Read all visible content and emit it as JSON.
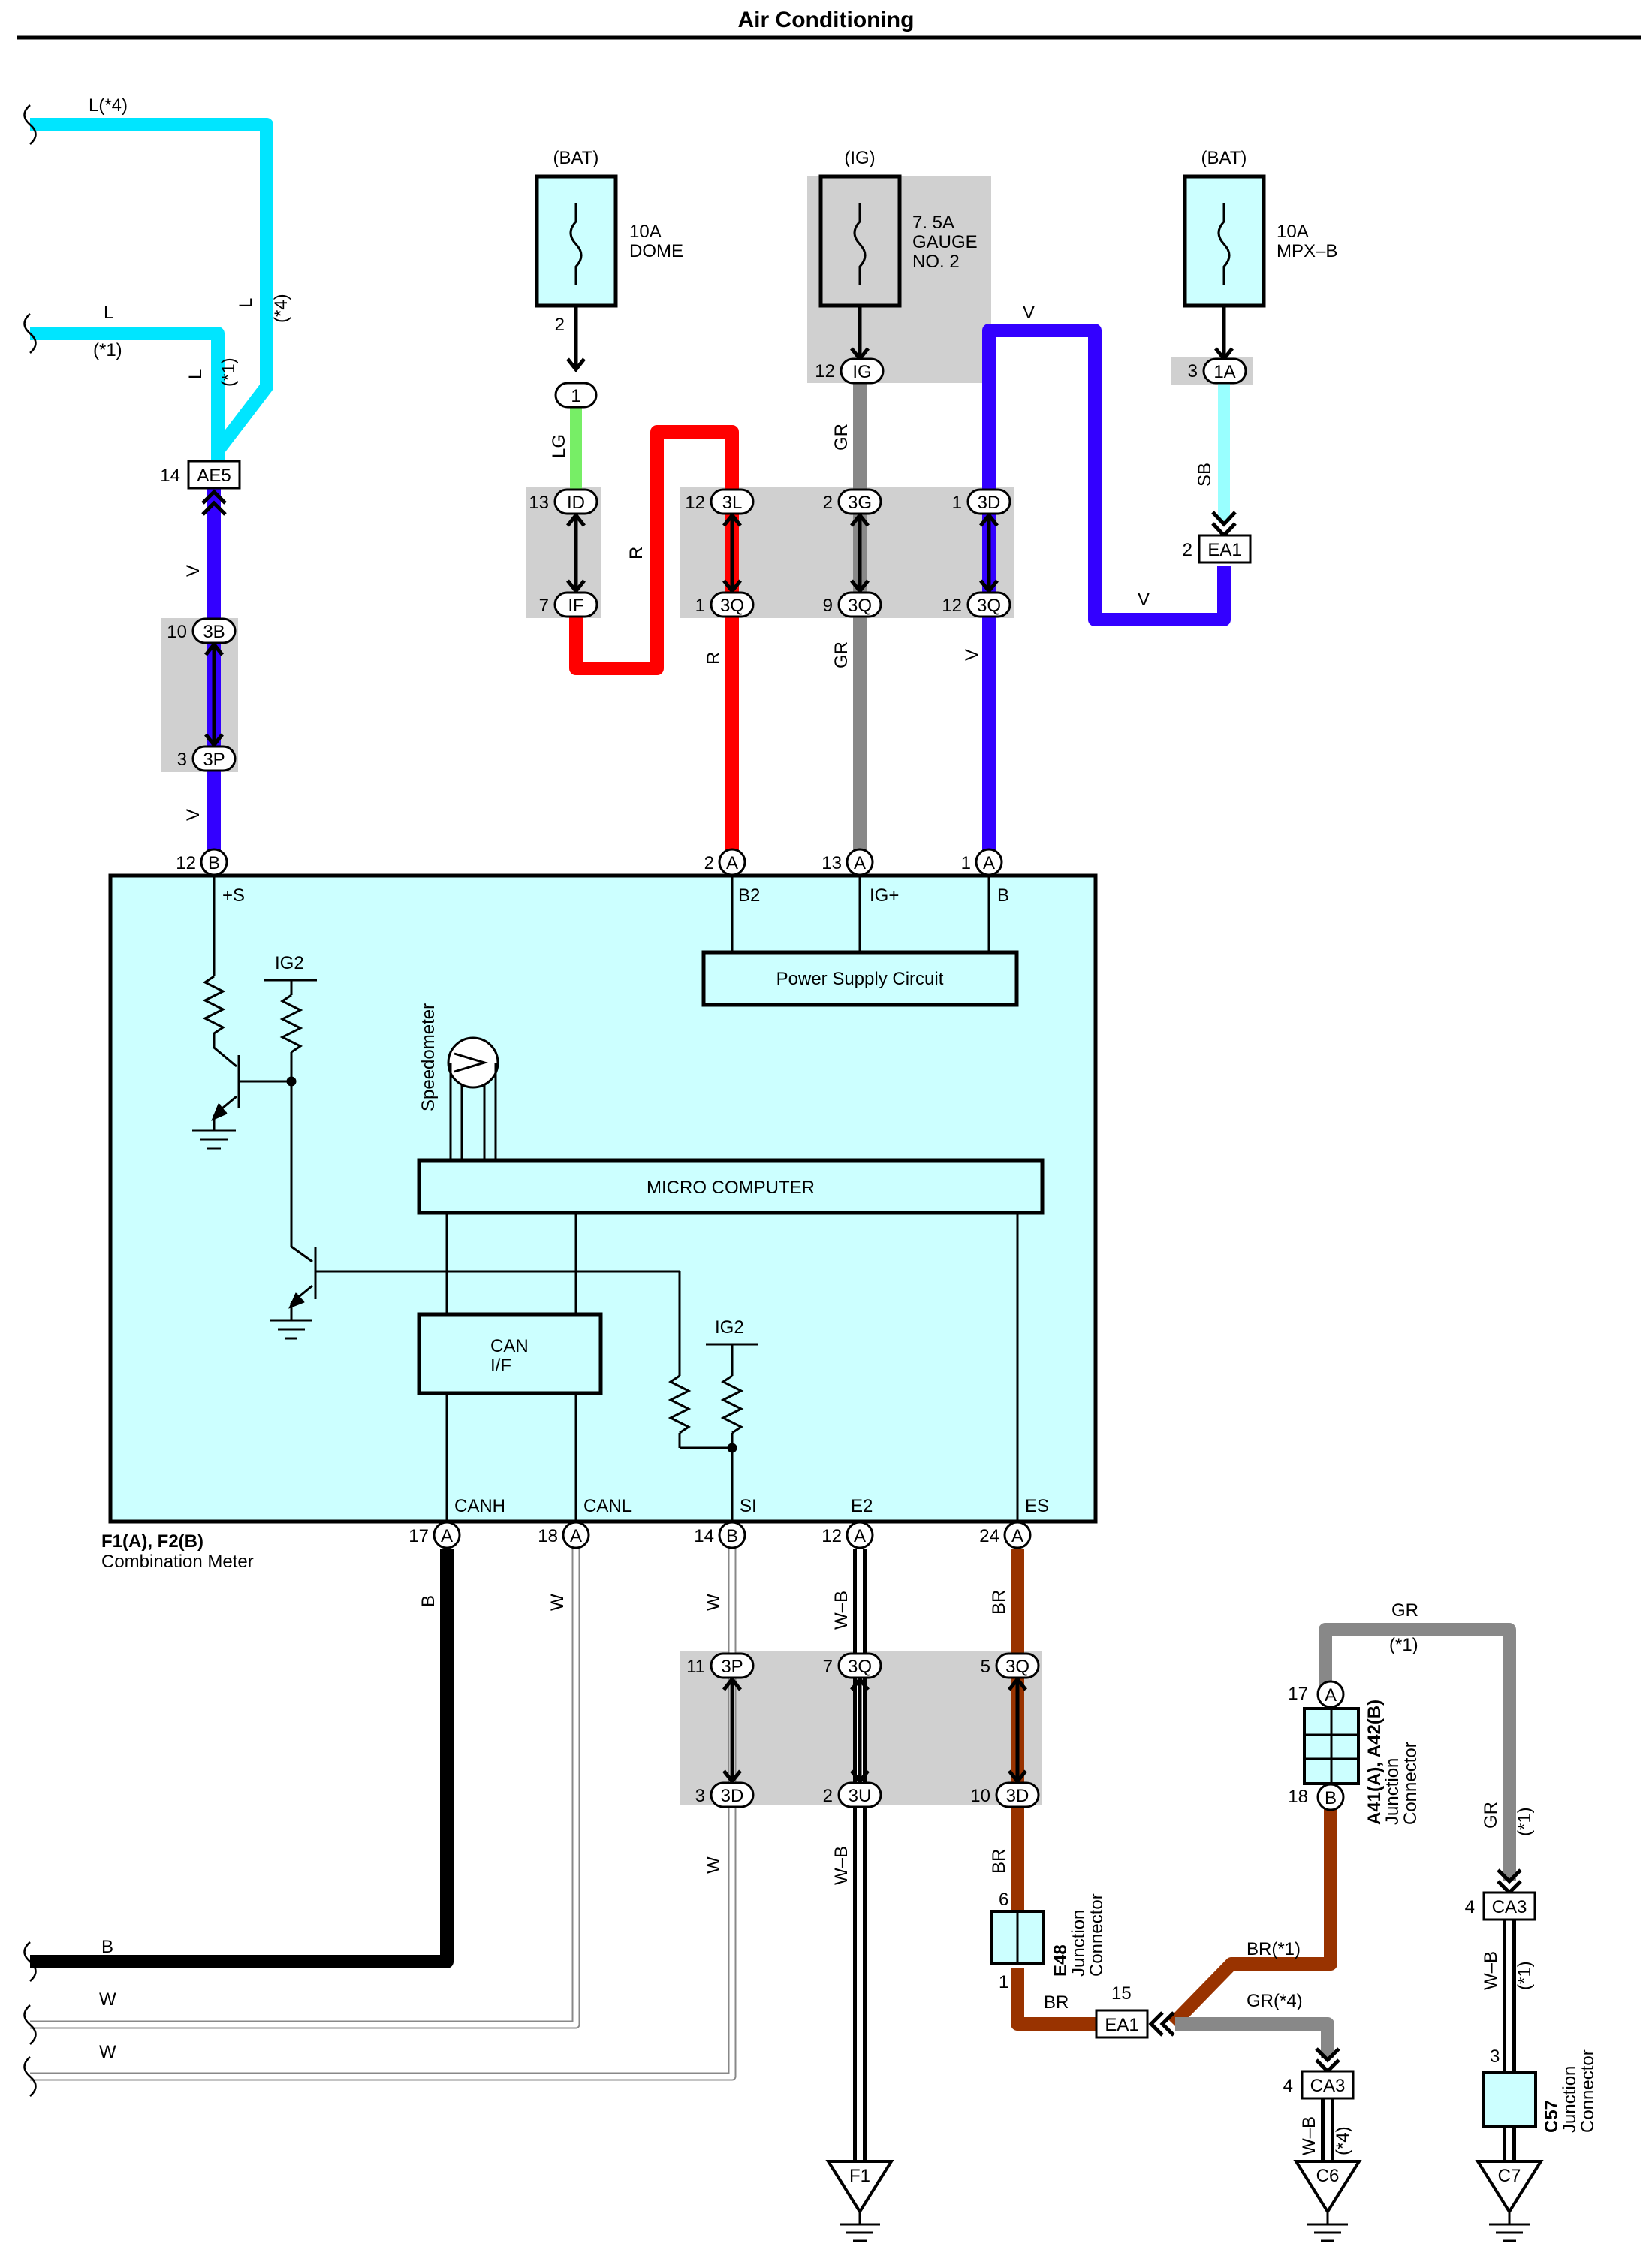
{
  "title": "Air Conditioning",
  "colors": {
    "L": "#00e5ff",
    "V": "#3300ff",
    "R": "#ff0000",
    "GR": "#888888",
    "LG": "#77ee66",
    "SB": "#99ffff",
    "B": "#000000",
    "W": "#ffffff",
    "BR": "#993300",
    "module_fill": "#ccffff",
    "junction_box": "#d0d0d0"
  },
  "sources": {
    "dome": {
      "supply": "(BAT)",
      "rating": "10A",
      "name": "DOME",
      "pin": "2",
      "connector": "1"
    },
    "gauge": {
      "supply": "(IG)",
      "rating": "7. 5A",
      "name_1": "GAUGE",
      "name_2": "NO. 2",
      "pin": "12",
      "connector": "IG"
    },
    "mpx": {
      "supply": "(BAT)",
      "rating": "10A",
      "name": "MPX–B",
      "pin": "3",
      "connector": "1A"
    }
  },
  "wire_labels": {
    "l4": "L(*4)",
    "l": "L",
    "star1": "(*1)",
    "star4": "(*4)",
    "v": "V",
    "lg": "LG",
    "r": "R",
    "gr": "GR",
    "sb": "SB",
    "b": "B",
    "w": "W",
    "wb": "W–B",
    "br": "BR",
    "br1": "BR(*1)",
    "gr4": "GR(*4)"
  },
  "connectors": {
    "ae5": {
      "pin": "14",
      "name": "AE5"
    },
    "b3b": {
      "pin": "10",
      "name": "3B"
    },
    "b3p": {
      "pin": "3",
      "name": "3P"
    },
    "id": {
      "pin": "13",
      "name": "ID"
    },
    "if": {
      "pin": "7",
      "name": "IF"
    },
    "c3l": {
      "pin": "12",
      "name": "3L"
    },
    "c3q_r": {
      "pin": "1",
      "name": "3Q"
    },
    "c3g": {
      "pin": "2",
      "name": "3G"
    },
    "c3q_gr": {
      "pin": "9",
      "name": "3Q"
    },
    "c3d": {
      "pin": "1",
      "name": "3D"
    },
    "c3q_v": {
      "pin": "12",
      "name": "3Q"
    },
    "ea1_top": {
      "pin": "2",
      "name": "EA1"
    },
    "m_plus_s": {
      "pin": "12",
      "name": "B"
    },
    "m_b2": {
      "pin": "2",
      "name": "A"
    },
    "m_ig": {
      "pin": "13",
      "name": "A"
    },
    "m_b": {
      "pin": "1",
      "name": "A"
    },
    "m_canh": {
      "pin": "17",
      "name": "A"
    },
    "m_canl": {
      "pin": "18",
      "name": "A"
    },
    "m_si": {
      "pin": "14",
      "name": "B"
    },
    "m_e2": {
      "pin": "12",
      "name": "A"
    },
    "m_es": {
      "pin": "24",
      "name": "A"
    },
    "j3p": {
      "pin": "11",
      "name": "3P"
    },
    "j3q_a": {
      "pin": "7",
      "name": "3Q"
    },
    "j3q_b": {
      "pin": "5",
      "name": "3Q"
    },
    "j3d_a": {
      "pin": "3",
      "name": "3D"
    },
    "j3u": {
      "pin": "2",
      "name": "3U"
    },
    "j3d_b": {
      "pin": "10",
      "name": "3D"
    },
    "ea1_bottom": {
      "pin": "15",
      "name": "EA1"
    },
    "ca3_left": {
      "pin": "4",
      "name": "CA3"
    },
    "ca3_right": {
      "pin": "4",
      "name": "CA3"
    },
    "a41_top": {
      "pin": "17",
      "name": "A"
    },
    "a41_bottom": {
      "pin": "18",
      "name": "B"
    },
    "e48_top": {
      "pin": "6"
    },
    "e48_bottom": {
      "pin": "1"
    },
    "c57_pin": {
      "pin": "3"
    }
  },
  "module": {
    "name_1": "F1(A), F2(B)",
    "name_2": "Combination Meter",
    "terminals": {
      "plus_s": "+S",
      "b2": "B2",
      "ig_plus": "IG+",
      "b": "B",
      "canh": "CANH",
      "canl": "CANL",
      "si": "SI",
      "e2": "E2",
      "es": "ES"
    },
    "power_supply": "Power Supply Circuit",
    "micro": "MICRO COMPUTER",
    "can_1": "CAN",
    "can_2": "I/F",
    "ig2": "IG2",
    "speedometer": "Speedometer"
  },
  "components": {
    "a41": {
      "name": "A41(A), A42(B)",
      "desc_1": "Junction",
      "desc_2": "Connector"
    },
    "e48": {
      "name": "E48",
      "desc_1": "Junction",
      "desc_2": "Connector"
    },
    "c57": {
      "name": "C57",
      "desc_1": "Junction",
      "desc_2": "Connector"
    }
  },
  "grounds": {
    "f1": "F1",
    "c6": "C6",
    "c7": "C7"
  }
}
